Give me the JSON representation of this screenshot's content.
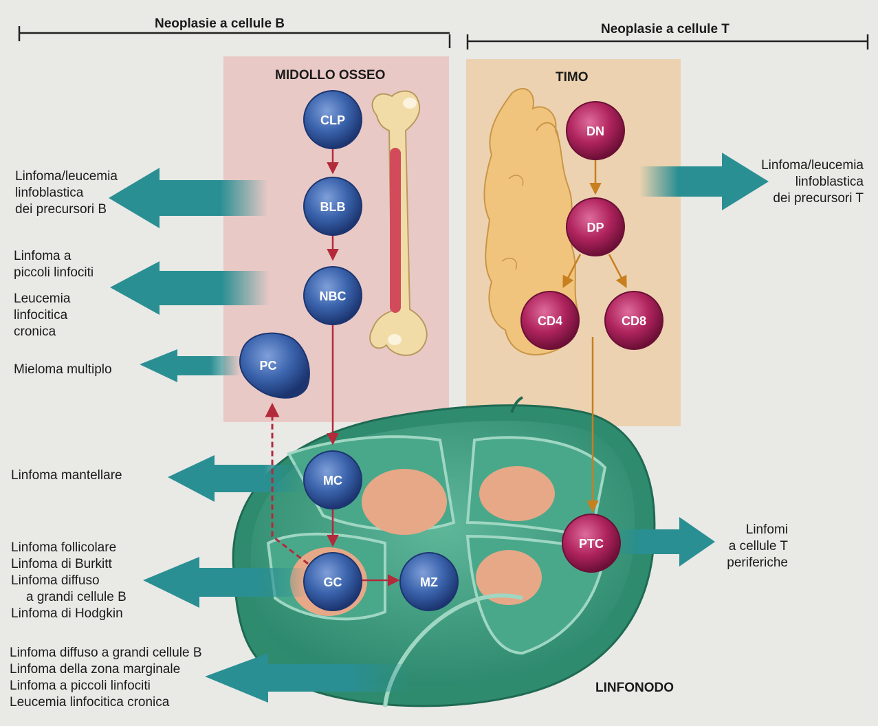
{
  "headers": {
    "b_cell": "Neoplasie a cellule B",
    "t_cell": "Neoplasie a cellule T"
  },
  "regions": {
    "bone_marrow": "MIDOLLO OSSEO",
    "thymus": "TIMO",
    "lymph_node": "LINFONODO"
  },
  "cells": {
    "clp": "CLP",
    "blb": "BLB",
    "nbc": "NBC",
    "pc": "PC",
    "mc": "MC",
    "gc": "GC",
    "mz": "MZ",
    "dn": "DN",
    "dp": "DP",
    "cd4": "CD4",
    "cd8": "CD8",
    "ptc": "PTC"
  },
  "neoplasms": {
    "b_precursor": [
      "Linfoma/leucemia",
      "linfoblastica",
      "dei precursori B"
    ],
    "small_lymph": [
      "Linfoma a",
      "piccoli linfociti"
    ],
    "cll": [
      "Leucemia",
      "linfocitica",
      "cronica"
    ],
    "myeloma": "Mieloma multiplo",
    "mantle": "Linfoma mantellare",
    "gc_group": [
      "Linfoma follicolare",
      "Linfoma di Burkitt",
      "Linfoma diffuso",
      "a grandi cellule B",
      "Linfoma di Hodgkin"
    ],
    "mz_group": [
      "Linfoma diffuso a grandi cellule B",
      "Linfoma della zona marginale",
      "Linfoma a piccoli linfociti",
      "Leucemia linfocitica cronica"
    ],
    "t_precursor": [
      "Linfoma/leucemia",
      "linfoblastica",
      "dei precursori T"
    ],
    "peripheral_t": [
      "Linfomi",
      "a cellule T",
      "periferiche"
    ]
  },
  "colors": {
    "b_cell": "#3a63ac",
    "t_cell": "#b0245e",
    "marrow_bg": "#e9c9c6",
    "thymus_bg": "#ecd2b0",
    "node": "#3f9e84",
    "follicle": "#e6a887",
    "arrow": "#2a8f93"
  }
}
